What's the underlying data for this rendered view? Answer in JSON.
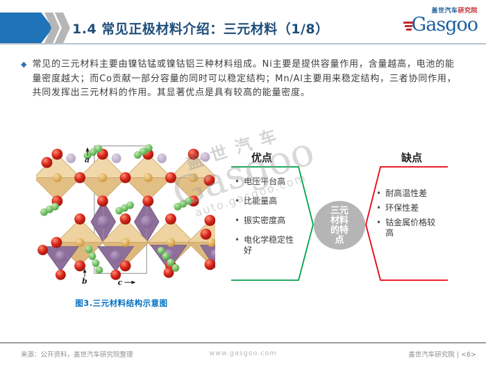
{
  "header": {
    "title": "1.4 常见正极材料介绍：三元材料（1/8）",
    "logo": {
      "brand": "Gasgoo",
      "cn_blue": "盖世汽车",
      "cn_red": "研究院"
    }
  },
  "intro": {
    "bullet_icon": "◆",
    "text": "常见的三元材料主要由镍钴锰或镍钴铝三种材料组成。Ni主要是提供容量作用，含量越高，电池的能量密度越大；而Co贡献一部分容量的同时可以稳定结构；Mn/Al主要用来稳定结构，三者协同作用，共同发挥出三元材料的作用。其显著优点是具有较高的能量密度。"
  },
  "figure": {
    "caption": "图3.三元材料结构示意图",
    "axis_a": "a",
    "axis_b": "b",
    "axis_c": "c"
  },
  "diagram": {
    "center_label": "三元材料的特点",
    "advantages": {
      "title": "优点",
      "bullet": "•",
      "items": [
        "电压平台高",
        "比能量高",
        "振实密度高",
        "电化学稳定性好"
      ],
      "color": "#00a04a"
    },
    "disadvantages": {
      "title": "缺点",
      "bullet": "•",
      "items": [
        "耐高温性差",
        "环保性差",
        "钴金属价格较高"
      ],
      "color": "#e60012"
    },
    "center_circle_color": "#b5b5b5"
  },
  "watermark": {
    "cn": "盖世汽车",
    "brand": "Gasgoo",
    "domain": "auto.gasgoo.com"
  },
  "footer": {
    "source": "来源：公开资料，盖世汽车研究院整理",
    "website": "www.gasgoo.com",
    "page": "盖世汽车研究院 | <6>"
  },
  "colors": {
    "header_accent": "#2173b7",
    "title_text": "#1e4e79",
    "caption_blue": "#0070c0",
    "logo_red": "#c4262d"
  }
}
